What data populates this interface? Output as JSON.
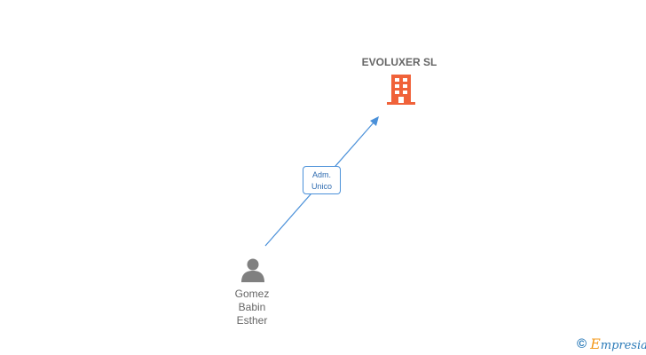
{
  "company": {
    "name": "EVOLUXER SL",
    "icon": "building-icon",
    "color": "#f0623a"
  },
  "relation": {
    "line1": "Adm.",
    "line2": "Unico",
    "color": "#4a90d9"
  },
  "person": {
    "line1": "Gomez",
    "line2": "Babin",
    "line3": "Esther",
    "icon": "person-icon",
    "color": "#808080"
  },
  "footer": {
    "copyright": "©",
    "brand_first": "E",
    "brand_rest": "mpresia"
  }
}
